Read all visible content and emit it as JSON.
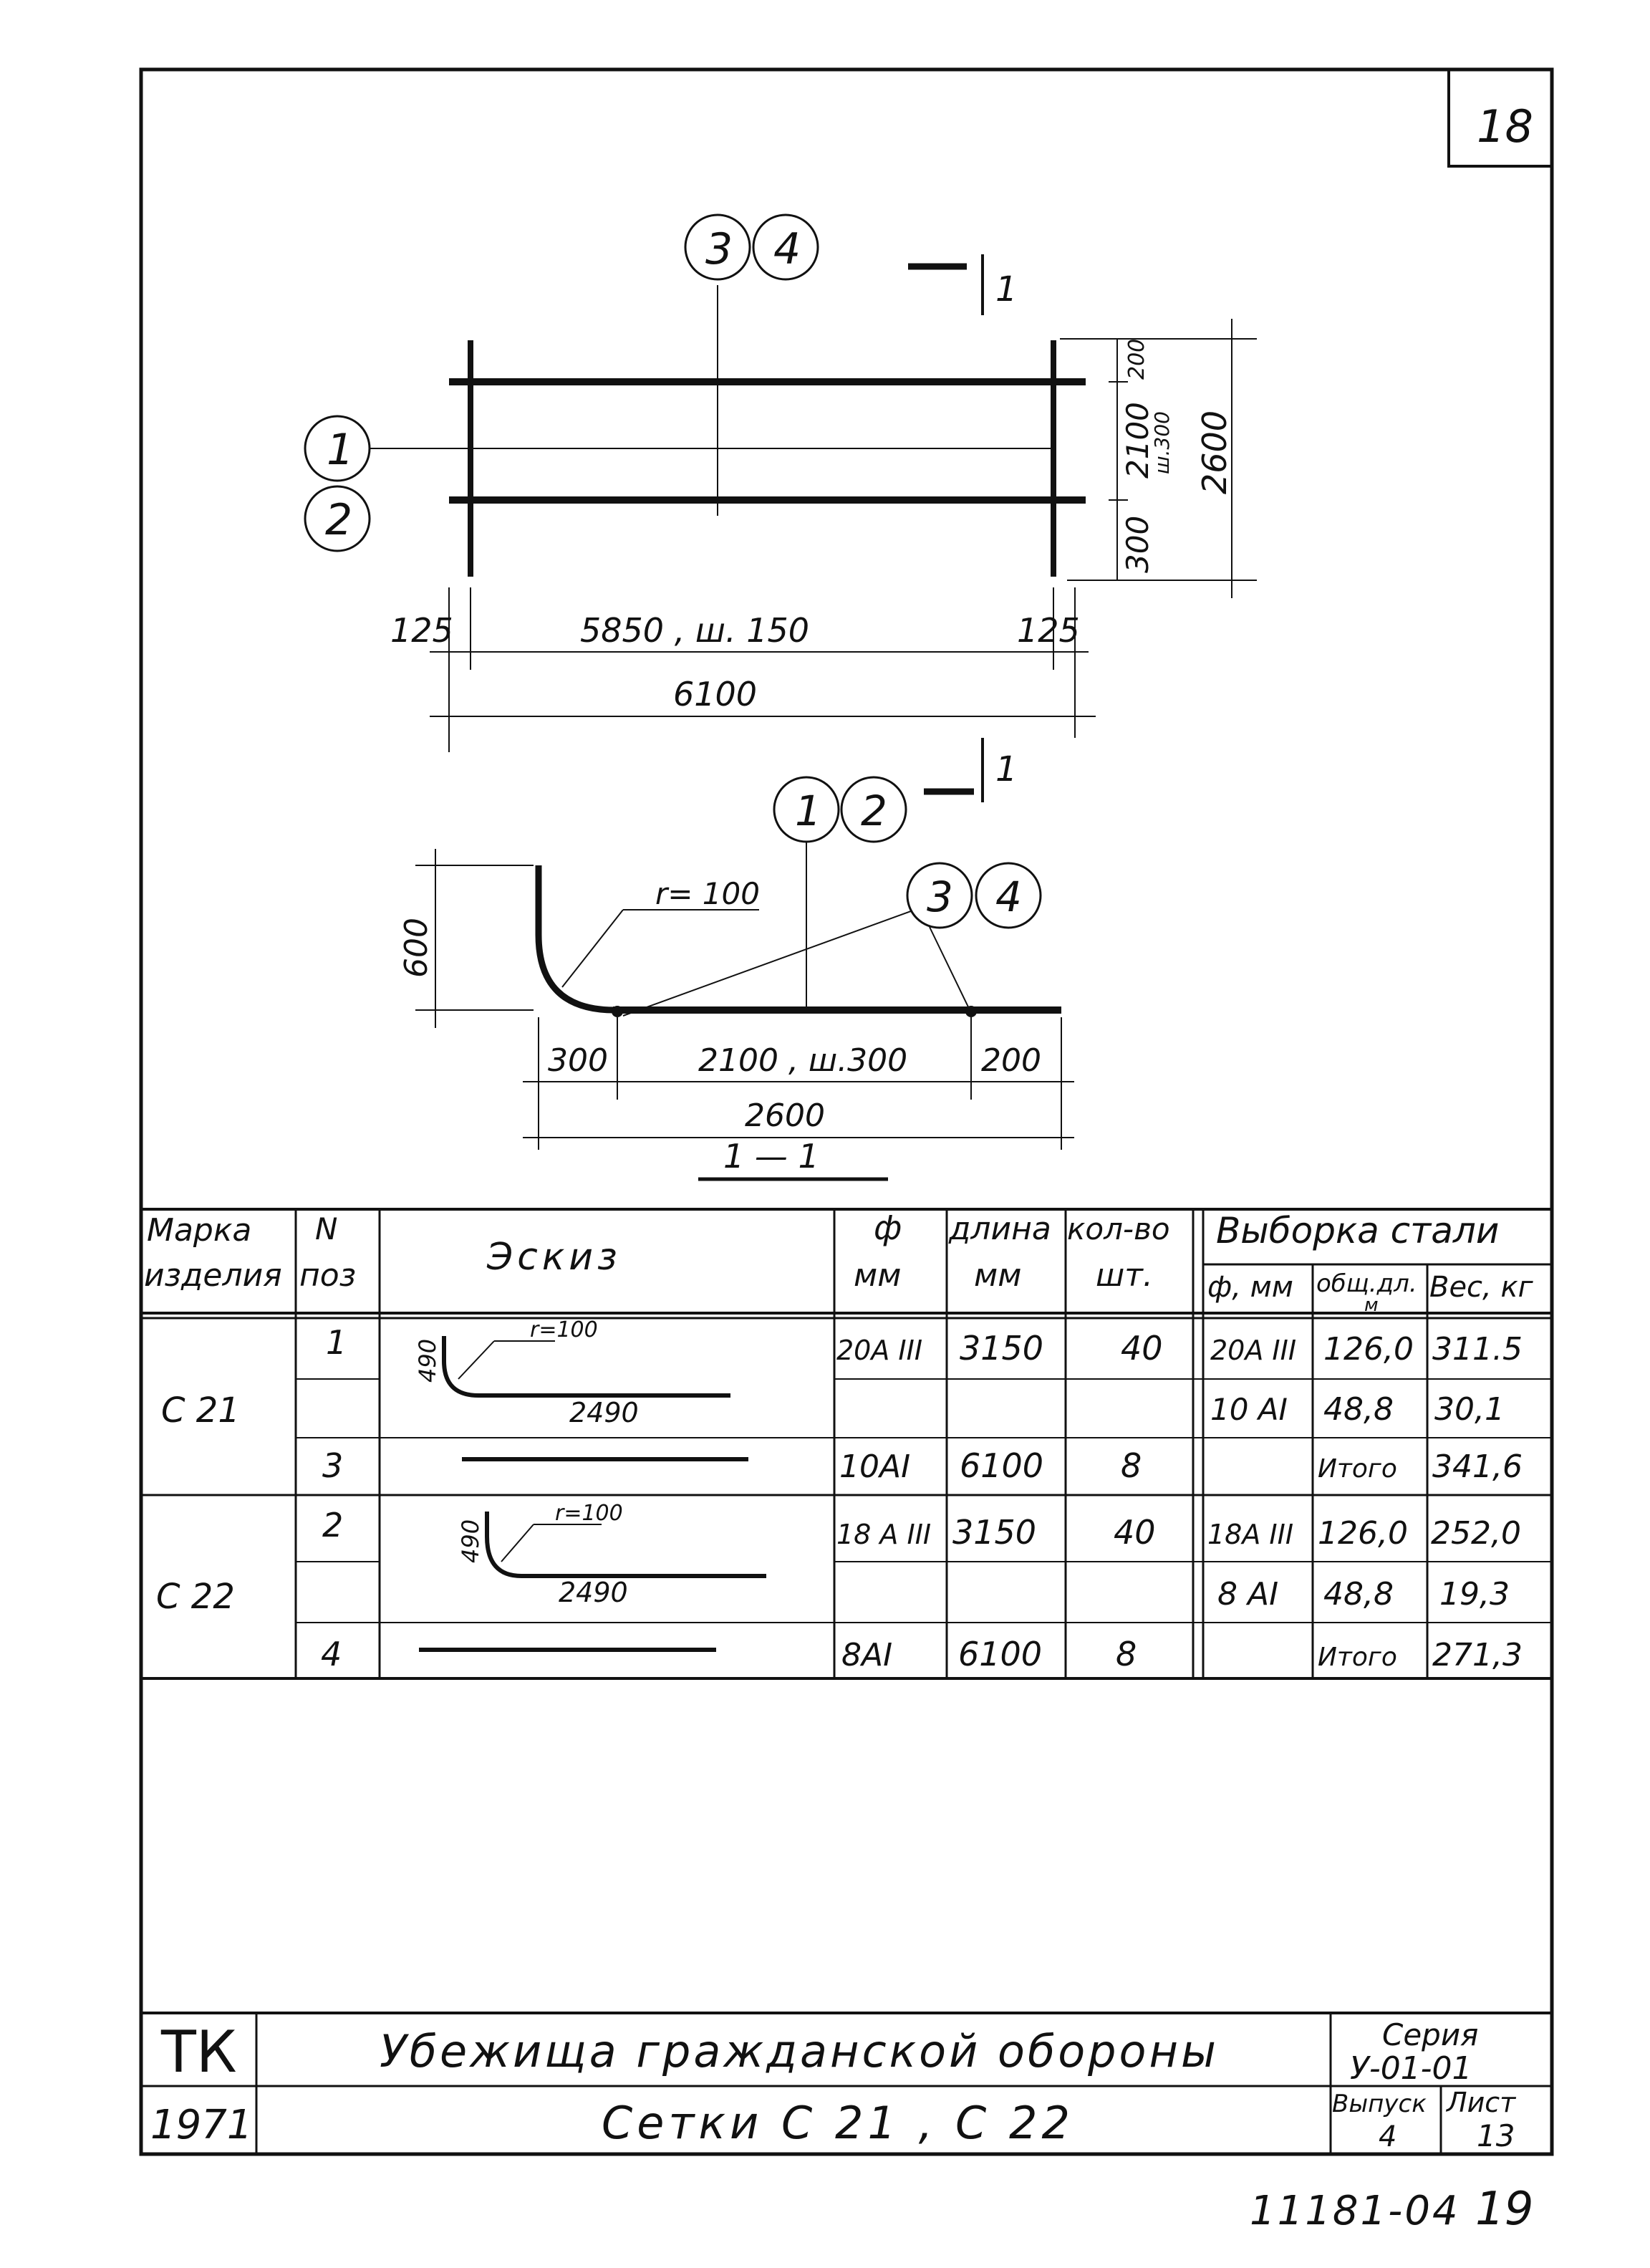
{
  "page_number": "18",
  "plan": {
    "bubble_3": "3",
    "bubble_4": "4",
    "bubble_1": "1",
    "bubble_2": "2",
    "section_mark": "1",
    "dim_200": "200",
    "dim_2100": "2100",
    "dim_step_300": "ш.300",
    "dim_2600": "2600",
    "dim_300": "300",
    "dim_125_left": "125",
    "dim_5850": "5850 , ш. 150",
    "dim_125_right": "125",
    "dim_6100": "6100"
  },
  "section": {
    "bubble_1": "1",
    "bubble_2": "2",
    "bubble_3": "3",
    "bubble_4": "4",
    "section_mark": "1",
    "radius": "r= 100",
    "dim_600": "600",
    "dim_300": "300",
    "dim_2100": "2100 , ш.300",
    "dim_200": "200",
    "dim_2600": "2600",
    "cut_label": "1 — 1"
  },
  "table": {
    "headers": {
      "mark": "Марка изделия",
      "pos": "N поз",
      "sketch": "Эскиз",
      "dia": "ф мм",
      "length": "длина мм",
      "qty": "кол-во шт.",
      "steel": "Выборка стали",
      "steel_dia": "ф, мм",
      "total_len": "общ.дл. м",
      "weight": "Вес, кг"
    },
    "rows": [
      {
        "mark": "С 21",
        "pos": "1",
        "sketch_r": "r=100",
        "sketch_h": "490",
        "sketch_len": "2490",
        "dia": "20А III",
        "length": "3150",
        "qty": "40",
        "s_dia": "20А III",
        "total": "126,0",
        "weight": "311.5"
      },
      {
        "mark": "",
        "pos": "",
        "dia": "",
        "length": "",
        "qty": "",
        "s_dia": "10 АI",
        "total": "48,8",
        "weight": "30,1"
      },
      {
        "mark": "",
        "pos": "3",
        "dia": "10АI",
        "length": "6100",
        "qty": "8",
        "s_dia": "",
        "total": "Итого",
        "weight": "341,6"
      },
      {
        "mark": "С 22",
        "pos": "2",
        "sketch_r": "r=100",
        "sketch_h": "490",
        "sketch_len": "2490",
        "dia": "18 А III",
        "length": "3150",
        "qty": "40",
        "s_dia": "18А III",
        "total": "126,0",
        "weight": "252,0"
      },
      {
        "mark": "",
        "pos": "",
        "dia": "",
        "length": "",
        "qty": "",
        "s_dia": "8 АI",
        "total": "48,8",
        "weight": "19,3"
      },
      {
        "mark": "",
        "pos": "4",
        "dia": "8АI",
        "length": "6100",
        "qty": "8",
        "s_dia": "",
        "total": "Итого",
        "weight": "271,3"
      }
    ]
  },
  "title_block": {
    "org": "ТК",
    "year": "1971",
    "title": "Убежища гражданской обороны",
    "subtitle": "Сетки С 21 , С 22",
    "series_label": "Серия",
    "series_value": "У-01-01",
    "issue_label": "Выпуск",
    "issue_value": "4",
    "sheet_label": "Лист",
    "sheet_value": "13"
  },
  "footer": {
    "code": "11181-04",
    "page": "19"
  }
}
